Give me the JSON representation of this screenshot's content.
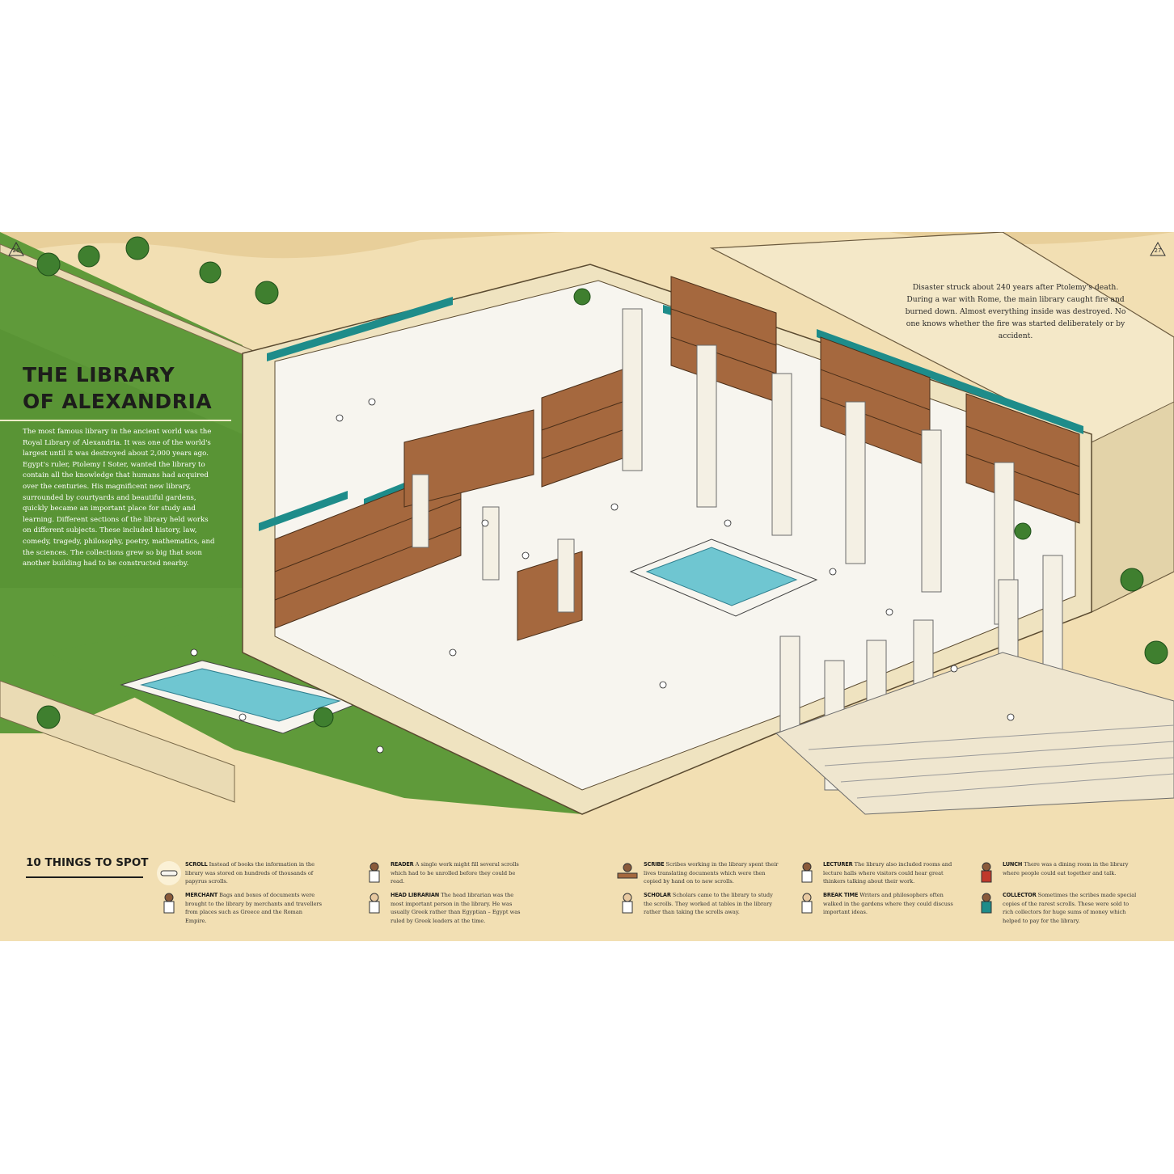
{
  "page_numbers": {
    "left": "26",
    "right": "27"
  },
  "title": {
    "line1": "THE LIBRARY",
    "line2": "OF ALEXANDRIA"
  },
  "intro": "The most famous library in the ancient world was the Royal Library of Alexandria. It was one of the world's largest until it was destroyed about 2,000 years ago. Egypt's ruler, Ptolemy I Soter, wanted the library to contain all the knowledge that humans had acquired over the centuries. His magnificent new library, surrounded by courtyards and beautiful gardens, quickly became an important place for study and learning. Different sections of the library held works on different subjects. These included history, law, comedy, tragedy, philosophy, poetry, mathematics, and the sciences. The collections grew so big that soon another building had to be constructed nearby.",
  "disaster": "Disaster struck about 240 years after Ptolemy's death. During a war with Rome, the main library caught fire and burned down. Almost everything inside was destroyed. No one knows whether the fire was started deliberately or by accident.",
  "spot_heading": "10 THINGS TO SPOT",
  "spots": [
    {
      "name": "SCROLL",
      "text": " Instead of books the information in the library was stored on hundreds of thousands of papyrus scrolls.",
      "icon": "scroll-icon"
    },
    {
      "name": "MERCHANT",
      "text": " Bags and boxes of documents were brought to the library by merchants and travellers from places such as Greece and the Roman Empire.",
      "icon": "merchant-icon"
    },
    {
      "name": "READER",
      "text": " A single work might fill several scrolls which had to be unrolled before they could be read.",
      "icon": "reader-icon"
    },
    {
      "name": "HEAD LIBRARIAN",
      "text": " The head librarian was the most important person in the library. He was usually Greek rather than Egyptian – Egypt was ruled by Greek leaders at the time.",
      "icon": "head-librarian-icon"
    },
    {
      "name": "SCRIBE",
      "text": " Scribes working in the library spent their lives translating documents which were then copied by hand on to new scrolls.",
      "icon": "scribe-icon"
    },
    {
      "name": "SCHOLAR",
      "text": " Scholars came to the library to study the scrolls. They worked at tables in the library rather than taking the scrolls away.",
      "icon": "scholar-icon"
    },
    {
      "name": "LECTURER",
      "text": " The library also included rooms and lecture halls where visitors could hear great thinkers talking about their work.",
      "icon": "lecturer-icon"
    },
    {
      "name": "BREAK TIME",
      "text": " Writers and philosophers often walked in the gardens where they could discuss important ideas.",
      "icon": "break-time-icon"
    },
    {
      "name": "LUNCH",
      "text": " There was a dining room in the library where people could eat together and talk.",
      "icon": "lunch-icon"
    },
    {
      "name": "COLLECTOR",
      "text": " Sometimes the scribes made special copies of the rarest scrolls. These were sold to rich collectors for huge sums of money which helped to pay for the library.",
      "icon": "collector-icon"
    }
  ],
  "colors": {
    "sand": "#f2dfb3",
    "grass": "#5f9a3a",
    "wall": "#f4e8c8",
    "shelf": "#a5683e",
    "teal": "#1e8c8a",
    "water": "#6fc6d1",
    "floor": "#f7f5ef"
  }
}
